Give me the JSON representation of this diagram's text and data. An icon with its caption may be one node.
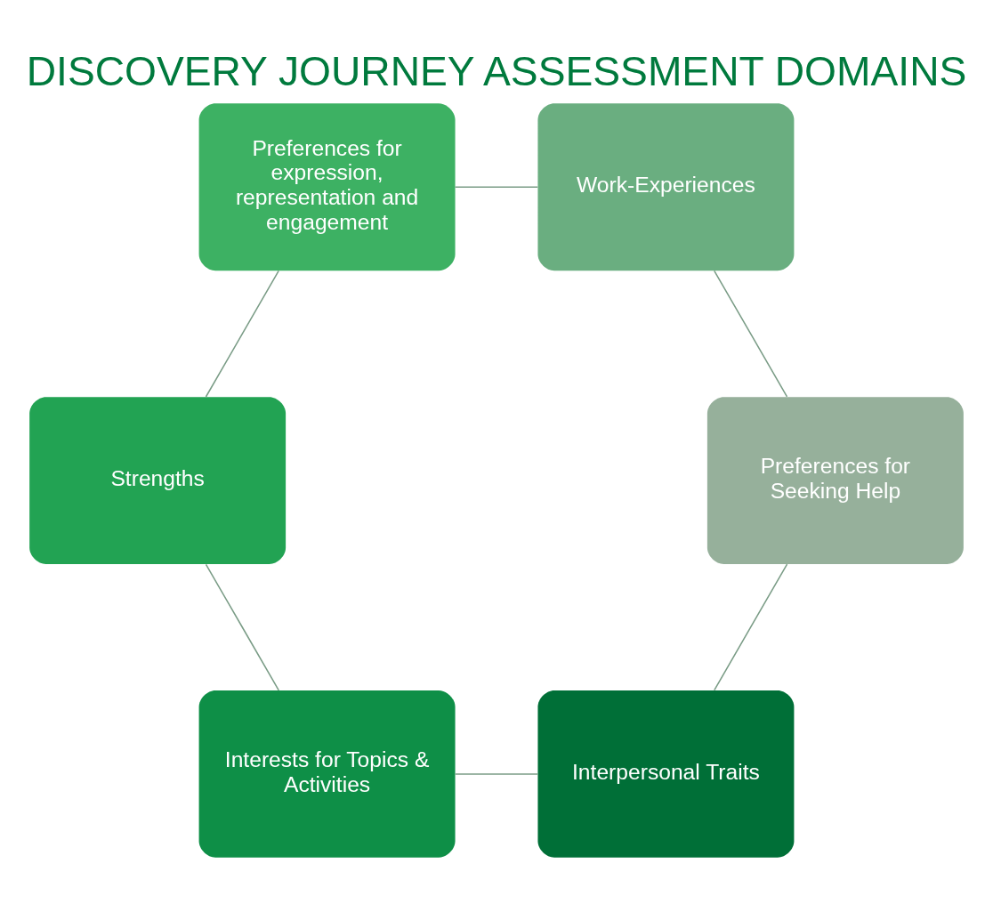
{
  "diagram": {
    "title": "DISCOVERY JOURNEY ASSESSMENT DOMAINS",
    "nodes": [
      {
        "text": [
          "Interpersonal Traits"
        ]
      },
      {
        "text": [
          "Preferences for Seeking Help"
        ]
      },
      {
        "text": [
          "Interests for Topics & Activities"
        ]
      },
      {
        "text": [
          "Work-Experiences"
        ]
      },
      {
        "text": [
          "Strengths"
        ]
      },
      {
        "text": [
          "Preferences for expression, representation and engagement"
        ]
      }
    ],
    "edges": [
      {
        "from": 0,
        "to": 2,
        "arrow": "none"
      },
      {
        "from": 2,
        "to": 4,
        "arrow": "none"
      },
      {
        "from": 4,
        "to": 5,
        "arrow": "none"
      },
      {
        "from": 5,
        "to": 3,
        "arrow": "none"
      },
      {
        "from": 3,
        "to": 1,
        "arrow": "none"
      },
      {
        "from": 1,
        "to": 0,
        "arrow": "none"
      }
    ]
  }
}
